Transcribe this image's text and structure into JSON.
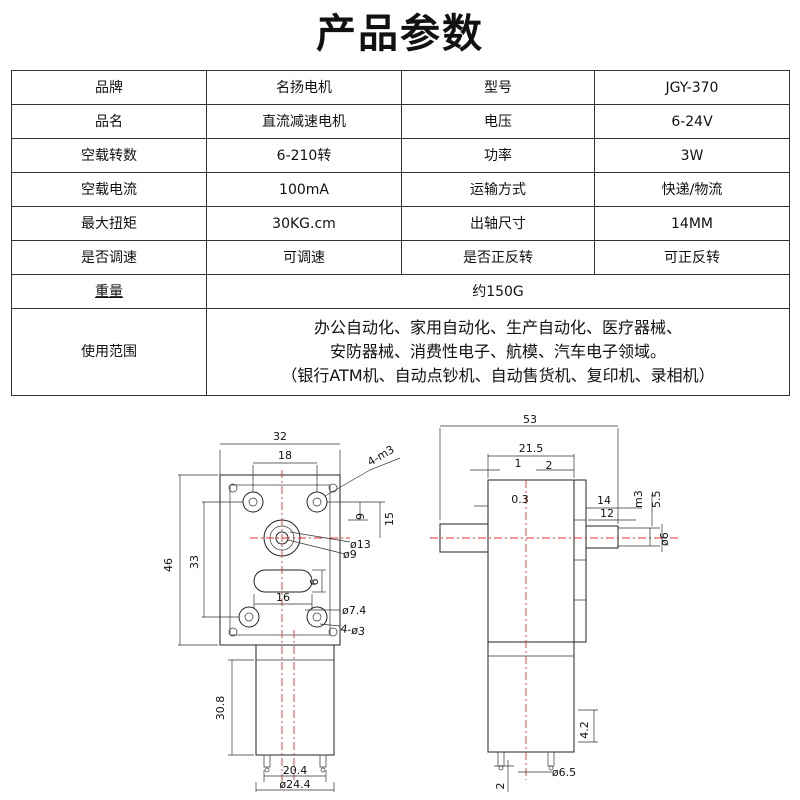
{
  "title": "产品参数",
  "specs": {
    "rows": [
      [
        "品牌",
        "名扬电机",
        "型号",
        "JGY-370"
      ],
      [
        "品名",
        "直流减速电机",
        "电压",
        "6-24V"
      ],
      [
        "空载转数",
        "6-210转",
        "功率",
        "3W"
      ],
      [
        "空载电流",
        "100mA",
        "运输方式",
        "快递/物流"
      ],
      [
        "最大扭矩",
        "30KG.cm",
        "出轴尺寸",
        "14MM"
      ],
      [
        "是否调速",
        "可调速",
        "是否正反转",
        "可正反转"
      ]
    ],
    "weight_label": "重量",
    "weight_value": "约150G",
    "usage_label": "使用范围",
    "usage_lines": [
      "办公自动化、家用自动化、生产自动化、医疗器械、",
      "安防器械、消费性电子、航模、汽车电子领域。",
      "（银行ATM机、自动点钞机、自动售货机、复印机、录相机）"
    ]
  },
  "front_view_dims": {
    "width_32": "32",
    "spacing_18": "18",
    "holes_4m3": "4-m3",
    "height_46": "46",
    "spacing_33": "33",
    "dim_9": "9",
    "dim_15": "15",
    "dia_13": "ø13",
    "dia_9": "ø9",
    "slot_6": "6",
    "slot_16": "16",
    "dia_7_4": "ø7.4",
    "holes_4_dia3": "4-ø3",
    "motor_30_8": "30.8",
    "motor_20_4": "20.4",
    "motor_dia_24_4": "ø24.4"
  },
  "side_view_dims": {
    "length_53": "53",
    "dim_21_5": "21.5",
    "dim_1": "1",
    "dim_2": "2",
    "dim_0_3": "0.3",
    "shaft_14": "14",
    "shaft_12": "12",
    "m3": "m3",
    "dim_5_5": "5.5",
    "shaft_dia_6": "ø6",
    "dim_4_2": "4.2",
    "dim_2_bottom": "2",
    "dia_6_5": "ø6.5"
  }
}
